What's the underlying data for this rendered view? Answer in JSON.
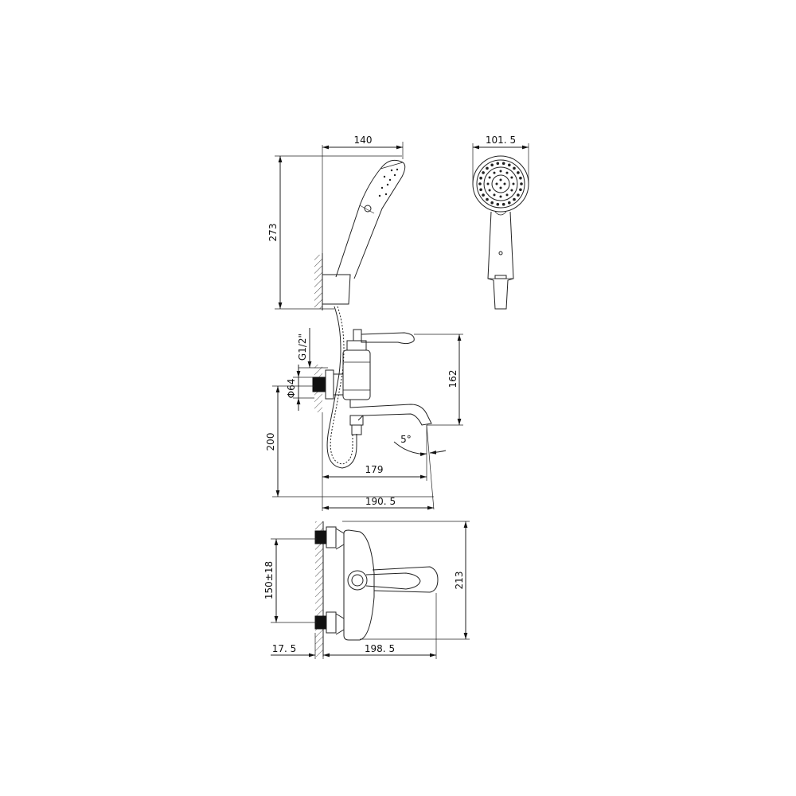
{
  "dimensions": {
    "d140": "140",
    "d101_5": "101. 5",
    "d273": "273",
    "d162": "162",
    "g12": "G1/2\"",
    "phi64": "Φ64",
    "d200": "200",
    "d179": "179",
    "d5deg": "5°",
    "d190_5": "190. 5",
    "d150": "150±18",
    "d213": "213",
    "d17_5": "17. 5",
    "d198_5": "198. 5"
  }
}
